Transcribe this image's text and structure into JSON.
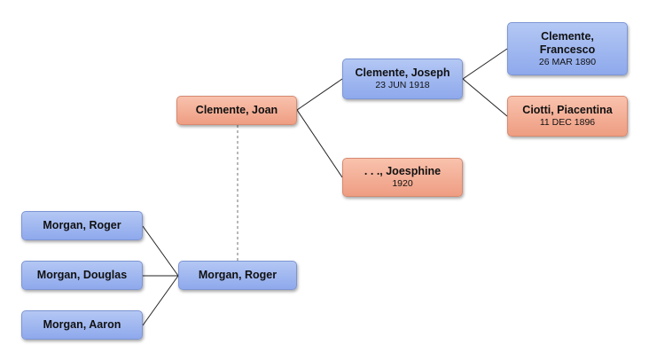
{
  "people": {
    "joan": {
      "name": "Clemente, Joan"
    },
    "joseph": {
      "name": "Clemente, Joseph",
      "date": "23 JUN 1918"
    },
    "francesco": {
      "name_line1": "Clemente,",
      "name_line2": "Francesco",
      "date": "26 MAR 1890"
    },
    "piacentina": {
      "name": "Ciotti, Piacentina",
      "date": "11 DEC 1896"
    },
    "joesphine": {
      "name": ". . ., Joesphine",
      "date": "1920"
    },
    "roger_spouse": {
      "name": "Morgan, Roger"
    },
    "roger_child": {
      "name": "Morgan, Roger"
    },
    "douglas": {
      "name": "Morgan, Douglas"
    },
    "aaron": {
      "name": "Morgan, Aaron"
    }
  },
  "colors": {
    "male": "#8ea9ec",
    "female": "#ee9d82",
    "connector": "#222222",
    "marriage": "#888888"
  }
}
